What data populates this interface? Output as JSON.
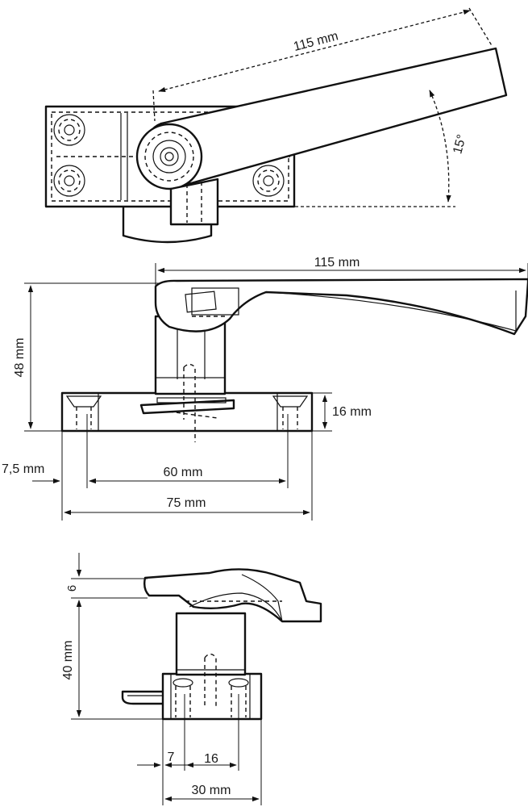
{
  "top_view": {
    "length_label": "115 mm",
    "angle_label": "15°"
  },
  "side_view": {
    "length_label": "115 mm",
    "height_label": "48 mm",
    "base_height_label": "16 mm",
    "offset_label": "7,5 mm",
    "hole_spacing_label": "60 mm",
    "base_length_label": "75 mm"
  },
  "end_view": {
    "thickness_label": "6",
    "height_label": "40 mm",
    "offset_label": "7",
    "spacing_label": "16",
    "width_label": "30 mm"
  }
}
